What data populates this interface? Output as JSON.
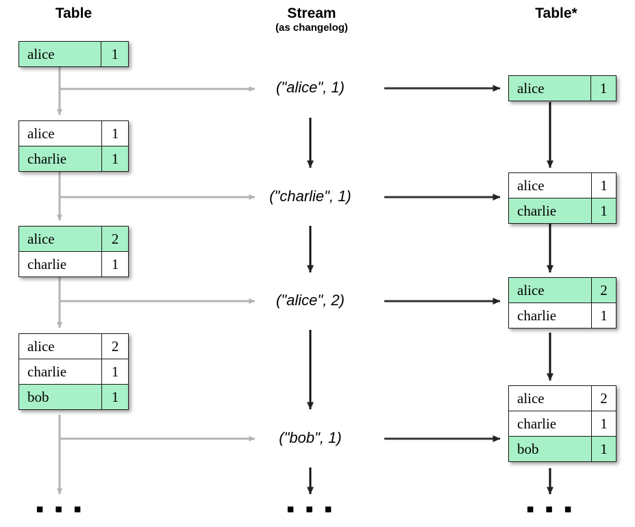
{
  "columns": {
    "left": {
      "title": "Table",
      "subtitle": ""
    },
    "middle": {
      "title": "Stream",
      "subtitle": "(as changelog)"
    },
    "right": {
      "title": "Table*",
      "subtitle": ""
    }
  },
  "colors": {
    "highlight": "#a8f0c8",
    "border": "#1a1a1a",
    "grey_arrow": "#b3b3b3",
    "black_arrow": "#333333",
    "background": "#ffffff"
  },
  "left_tables": [
    {
      "rows": [
        {
          "key": "alice",
          "value": "1",
          "highlight": true
        }
      ]
    },
    {
      "rows": [
        {
          "key": "alice",
          "value": "1",
          "highlight": false
        },
        {
          "key": "charlie",
          "value": "1",
          "highlight": true
        }
      ]
    },
    {
      "rows": [
        {
          "key": "alice",
          "value": "2",
          "highlight": true
        },
        {
          "key": "charlie",
          "value": "1",
          "highlight": false
        }
      ]
    },
    {
      "rows": [
        {
          "key": "alice",
          "value": "2",
          "highlight": false
        },
        {
          "key": "charlie",
          "value": "1",
          "highlight": false
        },
        {
          "key": "bob",
          "value": "1",
          "highlight": true
        }
      ]
    }
  ],
  "stream_items": [
    {
      "text": "(\"alice\", 1)",
      "key": "alice",
      "value": "1"
    },
    {
      "text": "(\"charlie\", 1)",
      "key": "charlie",
      "value": "1"
    },
    {
      "text": "(\"alice\", 2)",
      "key": "alice",
      "value": "2"
    },
    {
      "text": "(\"bob\", 1)",
      "key": "bob",
      "value": "1"
    }
  ],
  "right_tables": [
    {
      "rows": [
        {
          "key": "alice",
          "value": "1",
          "highlight": true
        }
      ]
    },
    {
      "rows": [
        {
          "key": "alice",
          "value": "1",
          "highlight": false
        },
        {
          "key": "charlie",
          "value": "1",
          "highlight": true
        }
      ]
    },
    {
      "rows": [
        {
          "key": "alice",
          "value": "2",
          "highlight": true
        },
        {
          "key": "charlie",
          "value": "1",
          "highlight": false
        }
      ]
    },
    {
      "rows": [
        {
          "key": "alice",
          "value": "2",
          "highlight": false
        },
        {
          "key": "charlie",
          "value": "1",
          "highlight": false
        },
        {
          "key": "bob",
          "value": "1",
          "highlight": true
        }
      ]
    }
  ],
  "ellipses": {
    "left": "▪ ▪ ▪",
    "middle": "▪ ▪ ▪",
    "right": "▪ ▪ ▪"
  }
}
